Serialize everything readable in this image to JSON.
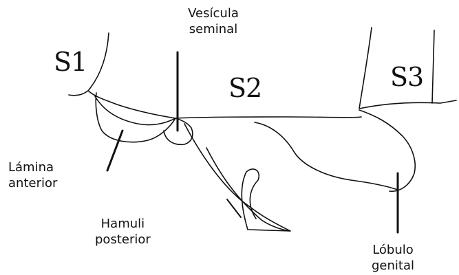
{
  "segments": {
    "s1": "S1",
    "s2": "S2",
    "s3": "S3"
  },
  "labels": {
    "vesicula_seminal": "Vesícula\nseminal",
    "lamina_anterior": "Lámina\nanterior",
    "hamuli_posterior": "Hamuli\nposterior",
    "lobulo_genital": "Lóbulo\ngenital"
  },
  "colors": {
    "ink": "#111111",
    "background": "#ffffff"
  }
}
